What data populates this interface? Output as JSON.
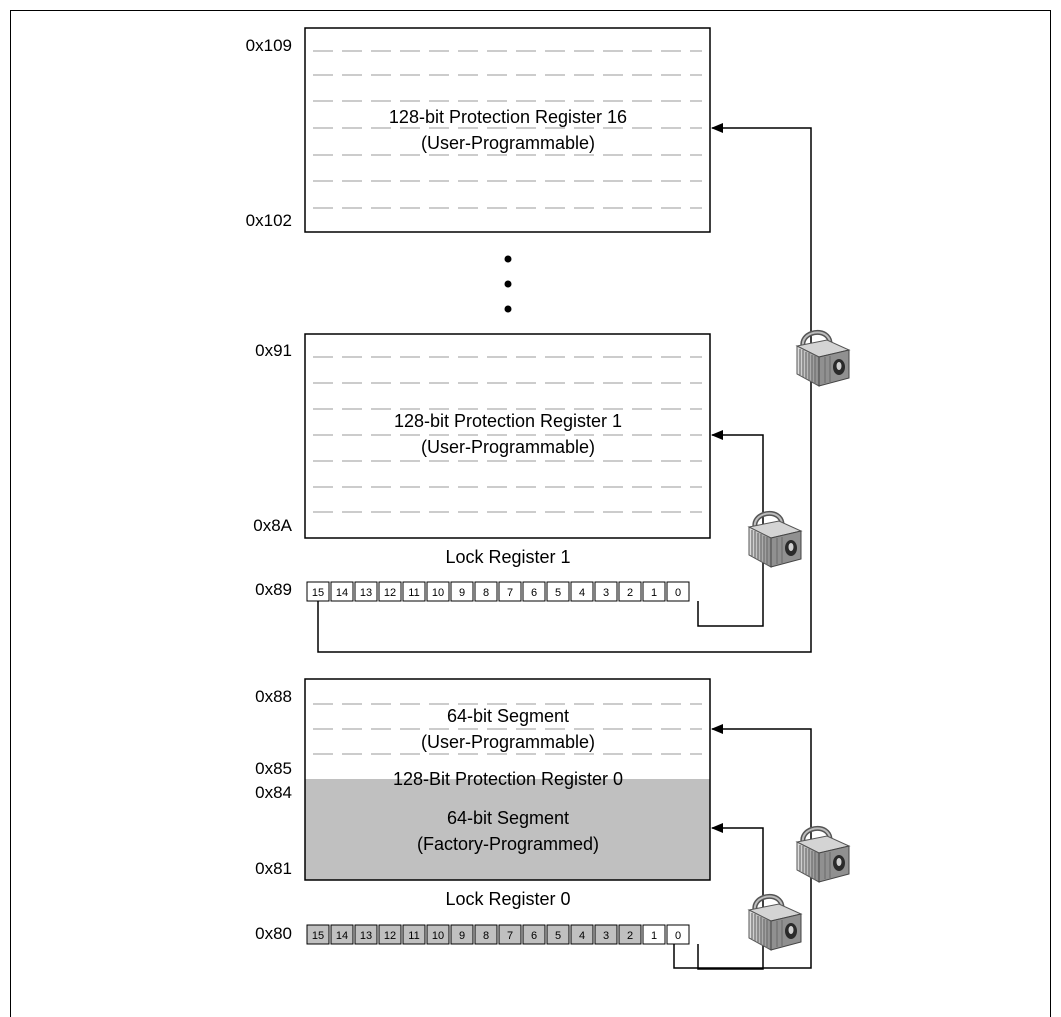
{
  "registers": {
    "pr16": {
      "top_address": "0x109",
      "bottom_address": "0x102",
      "title_line1": "128-bit Protection Register 16",
      "title_line2": "(User-Programmable)"
    },
    "pr1": {
      "top_address": "0x91",
      "bottom_address": "0x8A",
      "title_line1": "128-bit Protection Register 1",
      "title_line2": "(User-Programmable)"
    },
    "lock1": {
      "label": "Lock Register 1",
      "address": "0x89",
      "bits": [
        "15",
        "14",
        "13",
        "12",
        "11",
        "10",
        "9",
        "8",
        "7",
        "6",
        "5",
        "4",
        "3",
        "2",
        "1",
        "0"
      ]
    },
    "pr0": {
      "addresses": [
        "0x88",
        "0x85",
        "0x84",
        "0x81"
      ],
      "user_segment_line1": "64-bit Segment",
      "user_segment_line2": "(User-Programmable)",
      "register_label": "128-Bit Protection Register 0",
      "factory_segment_line1": "64-bit Segment",
      "factory_segment_line2": "(Factory-Programmed)",
      "factory_fill": "#c0c0c0"
    },
    "lock0": {
      "label": "Lock Register 0",
      "address": "0x80",
      "bits": [
        "15",
        "14",
        "13",
        "12",
        "11",
        "10",
        "9",
        "8",
        "7",
        "6",
        "5",
        "4",
        "3",
        "2",
        "1",
        "0"
      ],
      "shaded_color": "#c0c0c0"
    }
  },
  "icons": {
    "lock_icon": "padlock-icon",
    "ellipsis": "vertical-ellipsis-icon"
  }
}
